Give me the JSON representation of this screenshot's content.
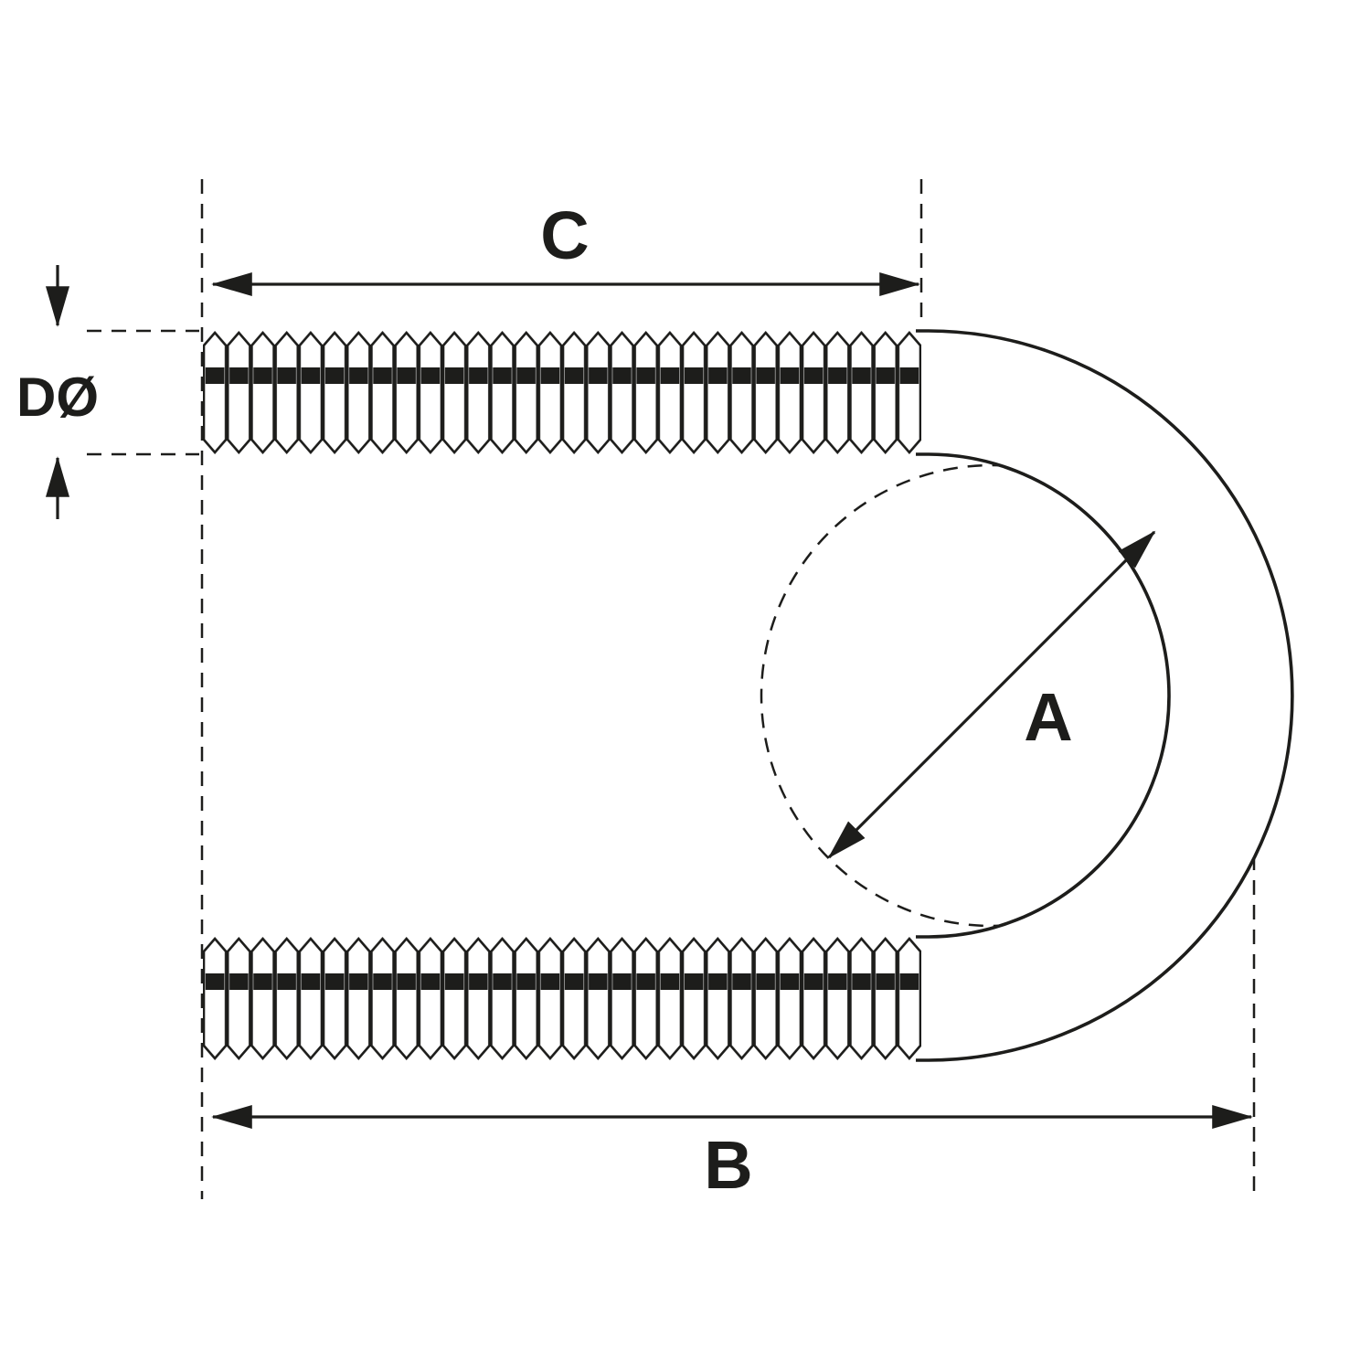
{
  "diagram": {
    "type": "technical-drawing",
    "subject": "U-bolt dimensional diagram",
    "background": "#ffffff",
    "line_color": "#1d1d1b",
    "labels": {
      "a": "A",
      "b": "B",
      "c": "C",
      "d": "DØ"
    },
    "label_meanings": {
      "a": "inside bend diameter (diagonal double arrow across dashed circle)",
      "b": "overall length (bottom horizontal double arrow)",
      "c": "thread length (top horizontal double arrow)",
      "d": "rod/thread diameter (vertical arrows at left)"
    }
  }
}
